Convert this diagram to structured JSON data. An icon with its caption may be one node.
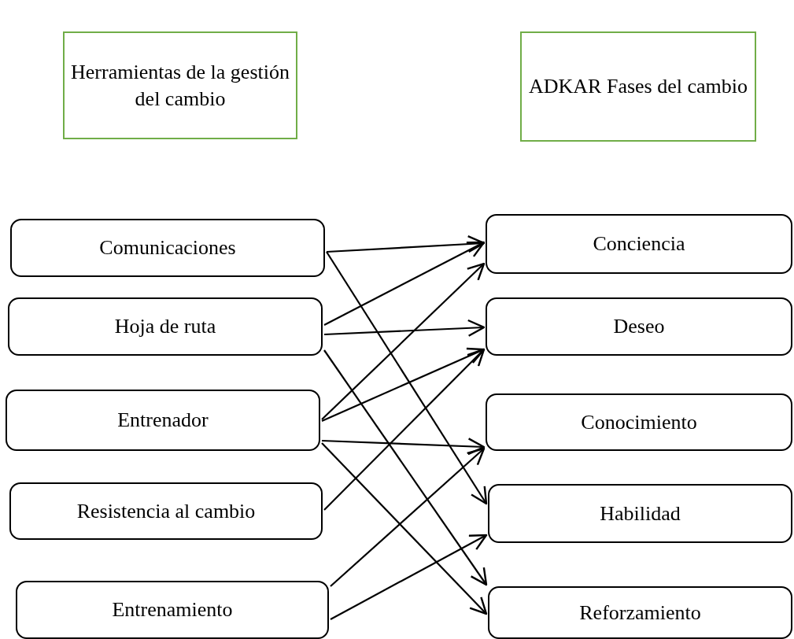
{
  "diagram": {
    "nodes": [
      {
        "text": [
          "Herramientas de la gestión del cambio"
        ]
      },
      {
        "text": [
          "ADKAR Fases del cambio"
        ]
      },
      {
        "text": [
          "Comunicaciones"
        ]
      },
      {
        "text": [
          "Hoja de ruta"
        ]
      },
      {
        "text": [
          "Entrenador"
        ]
      },
      {
        "text": [
          "Resistencia al cambio"
        ]
      },
      {
        "text": [
          "Entrenamiento"
        ]
      },
      {
        "text": [
          "Conciencia"
        ]
      },
      {
        "text": [
          "Deseo"
        ]
      },
      {
        "text": [
          "Conocimiento"
        ]
      },
      {
        "text": [
          "Habilidad"
        ]
      },
      {
        "text": [
          "Reforzamiento"
        ]
      }
    ],
    "edges": [
      {
        "from": 2,
        "to": 7,
        "arrow": "to"
      },
      {
        "from": 2,
        "to": 10,
        "arrow": "to"
      },
      {
        "from": 3,
        "to": 7,
        "arrow": "to"
      },
      {
        "from": 3,
        "to": 8,
        "arrow": "to"
      },
      {
        "from": 3,
        "to": 11,
        "arrow": "to"
      },
      {
        "from": 4,
        "to": 7,
        "arrow": "to"
      },
      {
        "from": 4,
        "to": 8,
        "arrow": "to"
      },
      {
        "from": 4,
        "to": 9,
        "arrow": "to"
      },
      {
        "from": 4,
        "to": 11,
        "arrow": "to"
      },
      {
        "from": 5,
        "to": 8,
        "arrow": "to"
      },
      {
        "from": 6,
        "to": 9,
        "arrow": "to"
      },
      {
        "from": 6,
        "to": 10,
        "arrow": "to"
      }
    ]
  }
}
